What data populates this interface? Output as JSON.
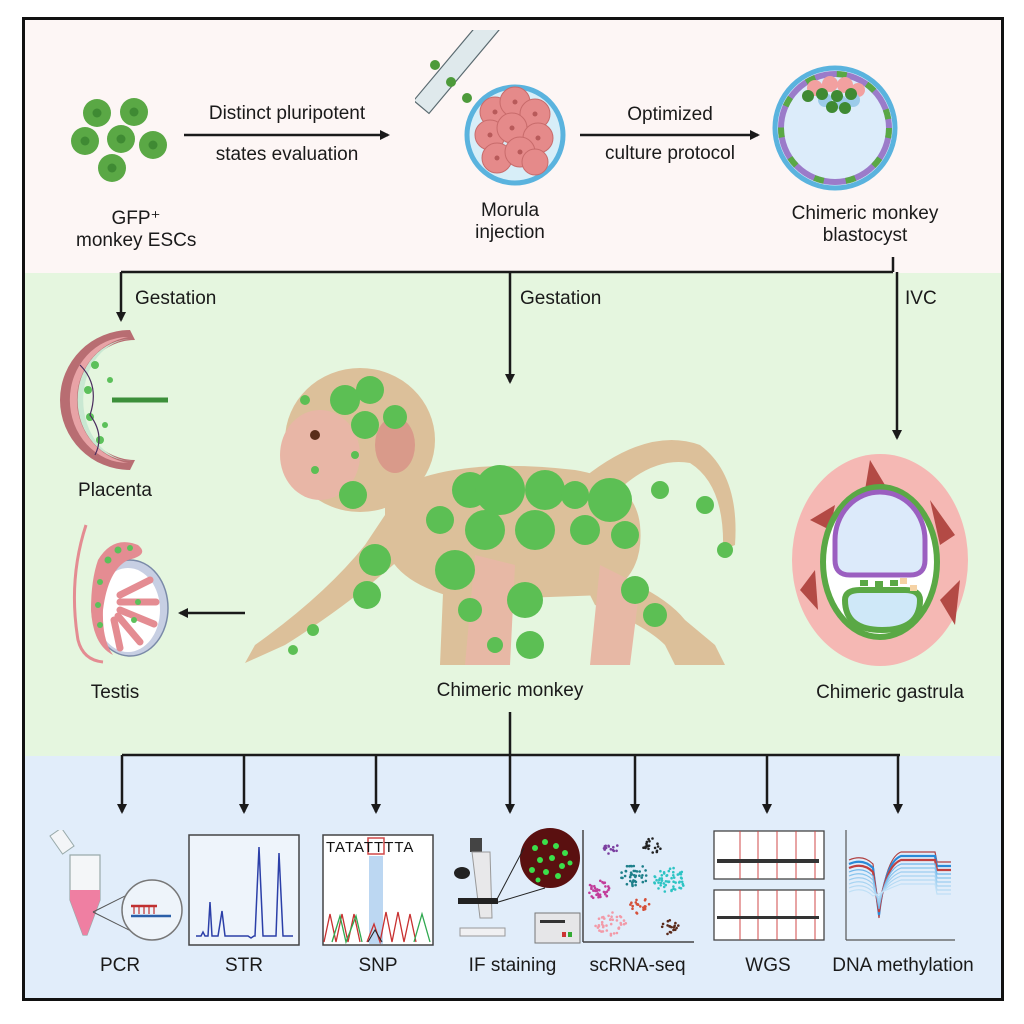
{
  "top": {
    "esc_label_line1": "GFP⁺",
    "esc_label_line2": "monkey ESCs",
    "arrow1_above": "Distinct pluripotent",
    "arrow1_below": "states evaluation",
    "morula_line1": "Morula",
    "morula_line2": "injection",
    "arrow2_above": "Optimized",
    "arrow2_below": "culture protocol",
    "blastocyst_line1": "Chimeric monkey",
    "blastocyst_line2": "blastocyst"
  },
  "middle": {
    "gestation_left": "Gestation",
    "gestation_center": "Gestation",
    "ivc": "IVC",
    "placenta": "Placenta",
    "testis": "Testis",
    "monkey": "Chimeric monkey",
    "gastrula": "Chimeric gastrula"
  },
  "bottom": {
    "analyses": [
      {
        "label": "PCR",
        "icon": "pcr-tube-icon"
      },
      {
        "label": "STR",
        "icon": "str-peaks-icon"
      },
      {
        "label": "SNP",
        "icon": "snp-chromatogram-icon"
      },
      {
        "label": "IF staining",
        "icon": "microscope-icon"
      },
      {
        "label": "scRNA-seq",
        "icon": "scatter-clusters-icon"
      },
      {
        "label": "WGS",
        "icon": "wgs-tracks-icon"
      },
      {
        "label": "DNA methylation",
        "icon": "methylation-curves-icon"
      }
    ],
    "snp_sequence": "TATATTTTA",
    "snp_highlight_base": "T"
  },
  "colors": {
    "gfp_green": "#5aa845",
    "top_bg": "#fdf6f5",
    "middle_bg": "#e5f6df",
    "bottom_bg": "#e1edfa",
    "morula_pink": "#e58a8a",
    "zona_blue": "#6ab7e0",
    "arrow": "#1a1a1a"
  }
}
